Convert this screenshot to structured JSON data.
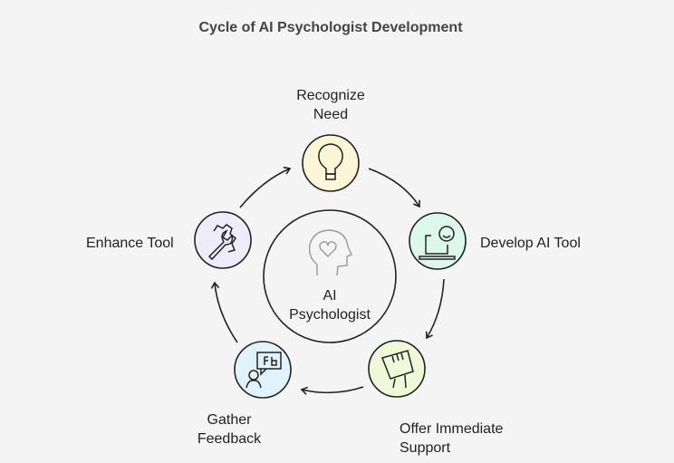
{
  "title": "Cycle of AI Psychologist Development",
  "center": {
    "line1": "AI",
    "line2": "Psychologist",
    "icon": "head-heart-icon"
  },
  "nodes": [
    {
      "line1": "Recognize",
      "line2": "Need",
      "icon": "lightbulb-icon",
      "color": "#fcf5d6"
    },
    {
      "line1": "Develop AI Tool",
      "icon": "laptop-chat-icon",
      "color": "#dcf8ec"
    },
    {
      "line1": "Offer Immediate",
      "line2": "Support",
      "icon": "raised-fist-icon",
      "color": "#eef9d9"
    },
    {
      "line1": "Gather",
      "line2": "Feedback",
      "icon": "person-speech-icon",
      "color": "#e0f2fb"
    },
    {
      "line1": "Enhance Tool",
      "icon": "wrench-gear-icon",
      "color": "#eeebfb"
    }
  ]
}
